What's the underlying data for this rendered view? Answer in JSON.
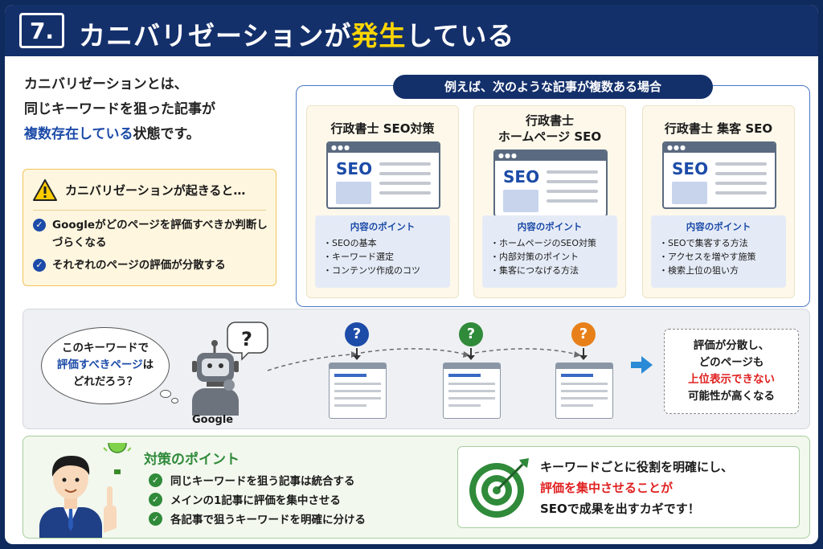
{
  "header": {
    "number": "7.",
    "title_pre": "カニバリゼーションが",
    "title_highlight": "発生",
    "title_post": "している"
  },
  "intro": {
    "line1": "カニバリゼーションとは、",
    "line2": "同じキーワードを狙った記事が",
    "line3_highlight": "複数存在している",
    "line3_rest": "状態です。"
  },
  "warning": {
    "heading": "カニバリゼーションが起きると…",
    "items": [
      "Googleがどのページを評価すべきか判断しづらくなる",
      "それぞれのページの評価が分散する"
    ]
  },
  "examples": {
    "banner": "例えば、次のような記事が複数ある場合",
    "cards": [
      {
        "title_line1": "行政書士 SEO対策",
        "title_line2": "",
        "seo_label": "SEO",
        "points_heading": "内容のポイント",
        "points": [
          "・SEOの基本",
          "・キーワード選定",
          "・コンテンツ作成のコツ"
        ]
      },
      {
        "title_line1": "行政書士",
        "title_line2": "ホームページ SEO",
        "seo_label": "SEO",
        "points_heading": "内容のポイント",
        "points": [
          "・ホームページのSEO対策",
          "・内部対策のポイント",
          "・集客につなげる方法"
        ]
      },
      {
        "title_line1": "行政書士 集客 SEO",
        "title_line2": "",
        "seo_label": "SEO",
        "points_heading": "内容のポイント",
        "points": [
          "・SEOで集客する方法",
          "・アクセスを増やす施策",
          "・検索上位の狙い方"
        ]
      }
    ]
  },
  "google_flow": {
    "thought_line1": "このキーワードで",
    "thought_line2_highlight": "評価すべきページ",
    "thought_line2_rest": "は",
    "thought_line3": "どれだろう？",
    "robot_question": "?",
    "robot_label": "Google",
    "question_marks": [
      {
        "symbol": "?",
        "color": "#1c4ba8"
      },
      {
        "symbol": "?",
        "color": "#2f8a3a"
      },
      {
        "symbol": "?",
        "color": "#e8801a"
      }
    ],
    "arrow_icon": "right-arrow-icon",
    "result_line1": "評価が分散し、",
    "result_line2": "どのページも",
    "result_line3_highlight": "上位表示できない",
    "result_line4": "可能性が高くなる"
  },
  "tips": {
    "title": "対策のポイント",
    "items": [
      "同じキーワードを狙う記事は統合する",
      "メインの1記事に評価を集中させる",
      "各記事で狙うキーワードを明確に分ける"
    ],
    "key_line1": "キーワードごとに役割を明確にし、",
    "key_line2_highlight": "評価を集中させることが",
    "key_line3": "SEOで成果を出すカギです！"
  },
  "colors": {
    "navy": "#14306b",
    "accent_yellow": "#ffd600",
    "blue": "#1c4ba8",
    "red": "#e02020",
    "green": "#2f8a3a"
  }
}
